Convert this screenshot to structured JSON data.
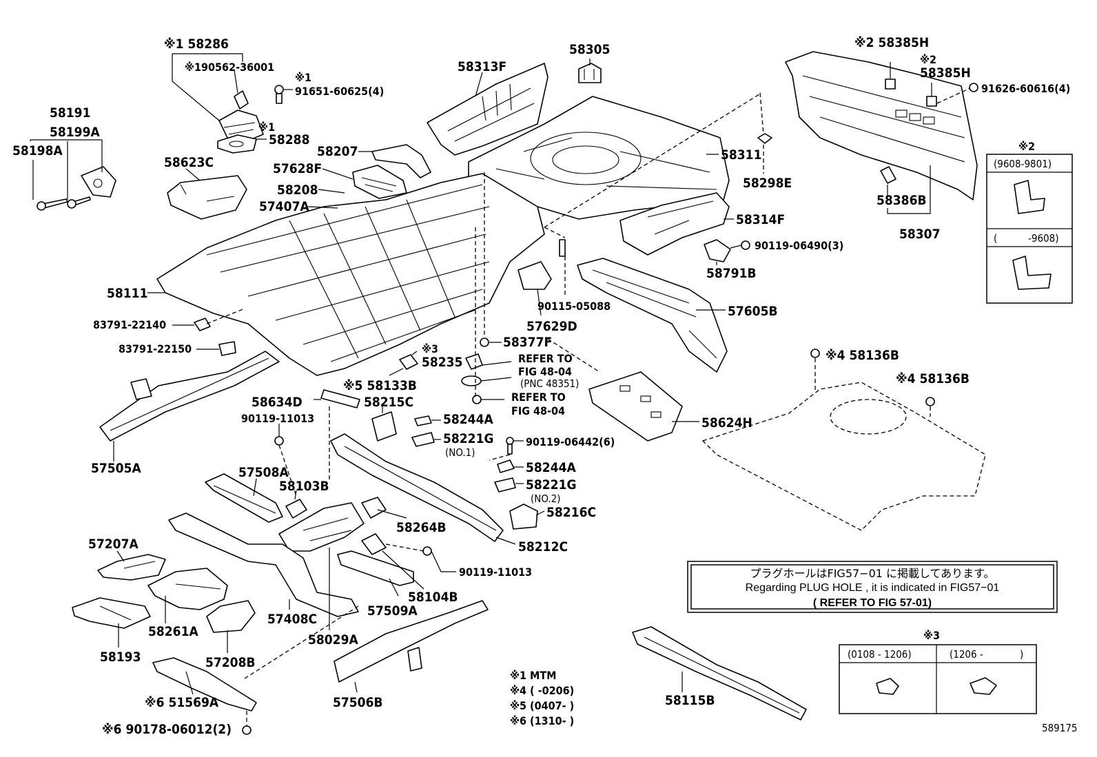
{
  "parts": {
    "p58286": "※1 58286",
    "p90562": "※190562-36001",
    "p91651_mark": "※1",
    "p91651": "91651-60625(4)",
    "p58288_mark": "※1",
    "p58288": "58288",
    "p58191": "58191",
    "p58199A": "58199A",
    "p58198A": "58198A",
    "p58623C": "58623C",
    "p58313F": "58313F",
    "p58305": "58305",
    "p58207": "58207",
    "p57628F": "57628F",
    "p58208": "58208",
    "p57407A": "57407A",
    "p58311": "58311",
    "p58298E": "58298E",
    "p58314F": "58314F",
    "p58385H_a": "※2 58385H",
    "p58385H_b_mark": "※2",
    "p58385H_b": "58385H",
    "p91626": "91626-60616(4)",
    "p58386B": "58386B",
    "p58307": "58307",
    "p90119_06490": "90119-06490(3)",
    "p58791B": "58791B",
    "p58111": "58111",
    "p90115": "90115-05088",
    "p57629D": "57629D",
    "p57605B": "57605B",
    "p83791_22140": "83791-22140",
    "p83791_22150": "83791-22150",
    "p58377F": "58377F",
    "p58235_mark": "※3",
    "p58235": "58235",
    "refer1_a": "REFER TO",
    "refer1_b": "FIG 48-04",
    "refer1_c": "(PNC 48351)",
    "refer2_a": "REFER TO",
    "refer2_b": "FIG 48-04",
    "p58133B": "※5 58133B",
    "p58634D": "58634D",
    "p58215C": "58215C",
    "p58244A_1": "58244A",
    "p58221G_1": "58221G",
    "p58221G_1_note": "(NO.1)",
    "p90119_11013_a": "90119-11013",
    "p90119_06442": "90119-06442(6)",
    "p58244A_2": "58244A",
    "p58221G_2": "58221G",
    "p58221G_2_note": "(NO.2)",
    "p58216C": "58216C",
    "p58624H": "58624H",
    "p58136B_a": "※4 58136B",
    "p58136B_b": "※4 58136B",
    "p57505A": "57505A",
    "p57508A": "57508A",
    "p58103B": "58103B",
    "p58264B": "58264B",
    "p58212C": "58212C",
    "p57207A": "57207A",
    "p90119_11013_b": "90119-11013",
    "p58104B": "58104B",
    "p57509A": "57509A",
    "p57408C": "57408C",
    "p58261A": "58261A",
    "p58029A": "58029A",
    "p58193": "58193",
    "p57208B": "57208B",
    "p57506B": "57506B",
    "p51569A": "※6 51569A",
    "p90178": "※6 90178-06012(2)",
    "p58115B": "58115B"
  },
  "inset2": {
    "title": "※2",
    "row1": "(9608-9801)",
    "row2_a": "(",
    "row2_b": "-9608)"
  },
  "inset3": {
    "title": "※3",
    "col1": "(0108 - 1206)",
    "col2_a": "(1206 -",
    "col2_b": ")"
  },
  "note": {
    "jp": "プラグホールはFIG57−01 に掲載してあります。",
    "en": "Regarding  PLUG HOLE , it is  indicated  in FIG57−01",
    "refer": "( REFER TO FIG 57-01)"
  },
  "legend": {
    "l1": "※1 MTM",
    "l4": "※4 (      -0206)",
    "l5": "※5 (0407-      )",
    "l6": "※6 (1310-      )"
  },
  "figure_id": "589175"
}
